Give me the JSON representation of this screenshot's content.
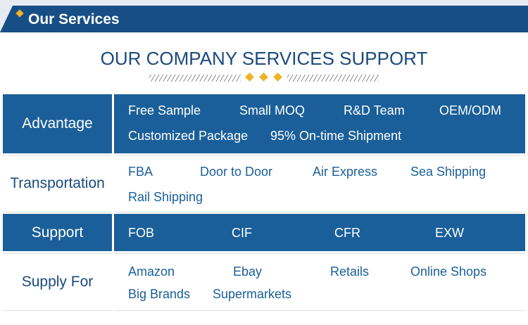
{
  "header": {
    "title": "Our Services"
  },
  "heading": "OUR COMPANY SERVICES SUPPORT",
  "rows": [
    {
      "label": "Advantage",
      "items": [
        "Free Sample",
        "Small MOQ",
        "R&D Team",
        "OEM/ODM",
        "Customized Package",
        "95% On-time Shipment"
      ]
    },
    {
      "label": "Transportation",
      "items": [
        "FBA",
        "Door to Door",
        "Air Express",
        "Sea Shipping",
        "Rail Shipping"
      ]
    },
    {
      "label": "Support",
      "items": [
        "FOB",
        "CIF",
        "CFR",
        "EXW"
      ]
    },
    {
      "label": "Supply For",
      "items": [
        "Amazon",
        "Ebay",
        "Retails",
        "Online Shops",
        "Big Brands",
        "Supermarkets"
      ]
    }
  ],
  "colors": {
    "primary_blue": "#1a5f99",
    "header_blue": "#174e86",
    "accent_gold": "#f0b323"
  }
}
